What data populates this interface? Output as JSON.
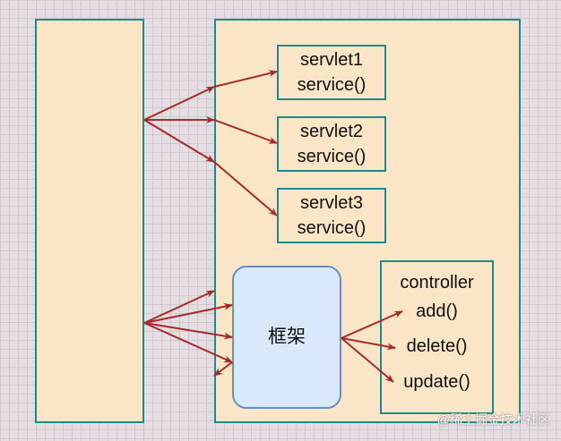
{
  "servlets": [
    {
      "name": "servlet1",
      "method": "service()"
    },
    {
      "name": "servlet2",
      "method": "service()"
    },
    {
      "name": "servlet3",
      "method": "service()"
    }
  ],
  "framework": {
    "label": "框架"
  },
  "controller": {
    "title": "controller",
    "methods": [
      "add()",
      "delete()",
      "update()"
    ]
  },
  "watermark": "@稀土掘金技术社区",
  "colors": {
    "box_fill": "#fae5c7",
    "box_border": "#1a8c89",
    "framework_fill": "#dae8fc",
    "framework_border": "#6c8ebf",
    "arrow": "#a52a2a"
  }
}
